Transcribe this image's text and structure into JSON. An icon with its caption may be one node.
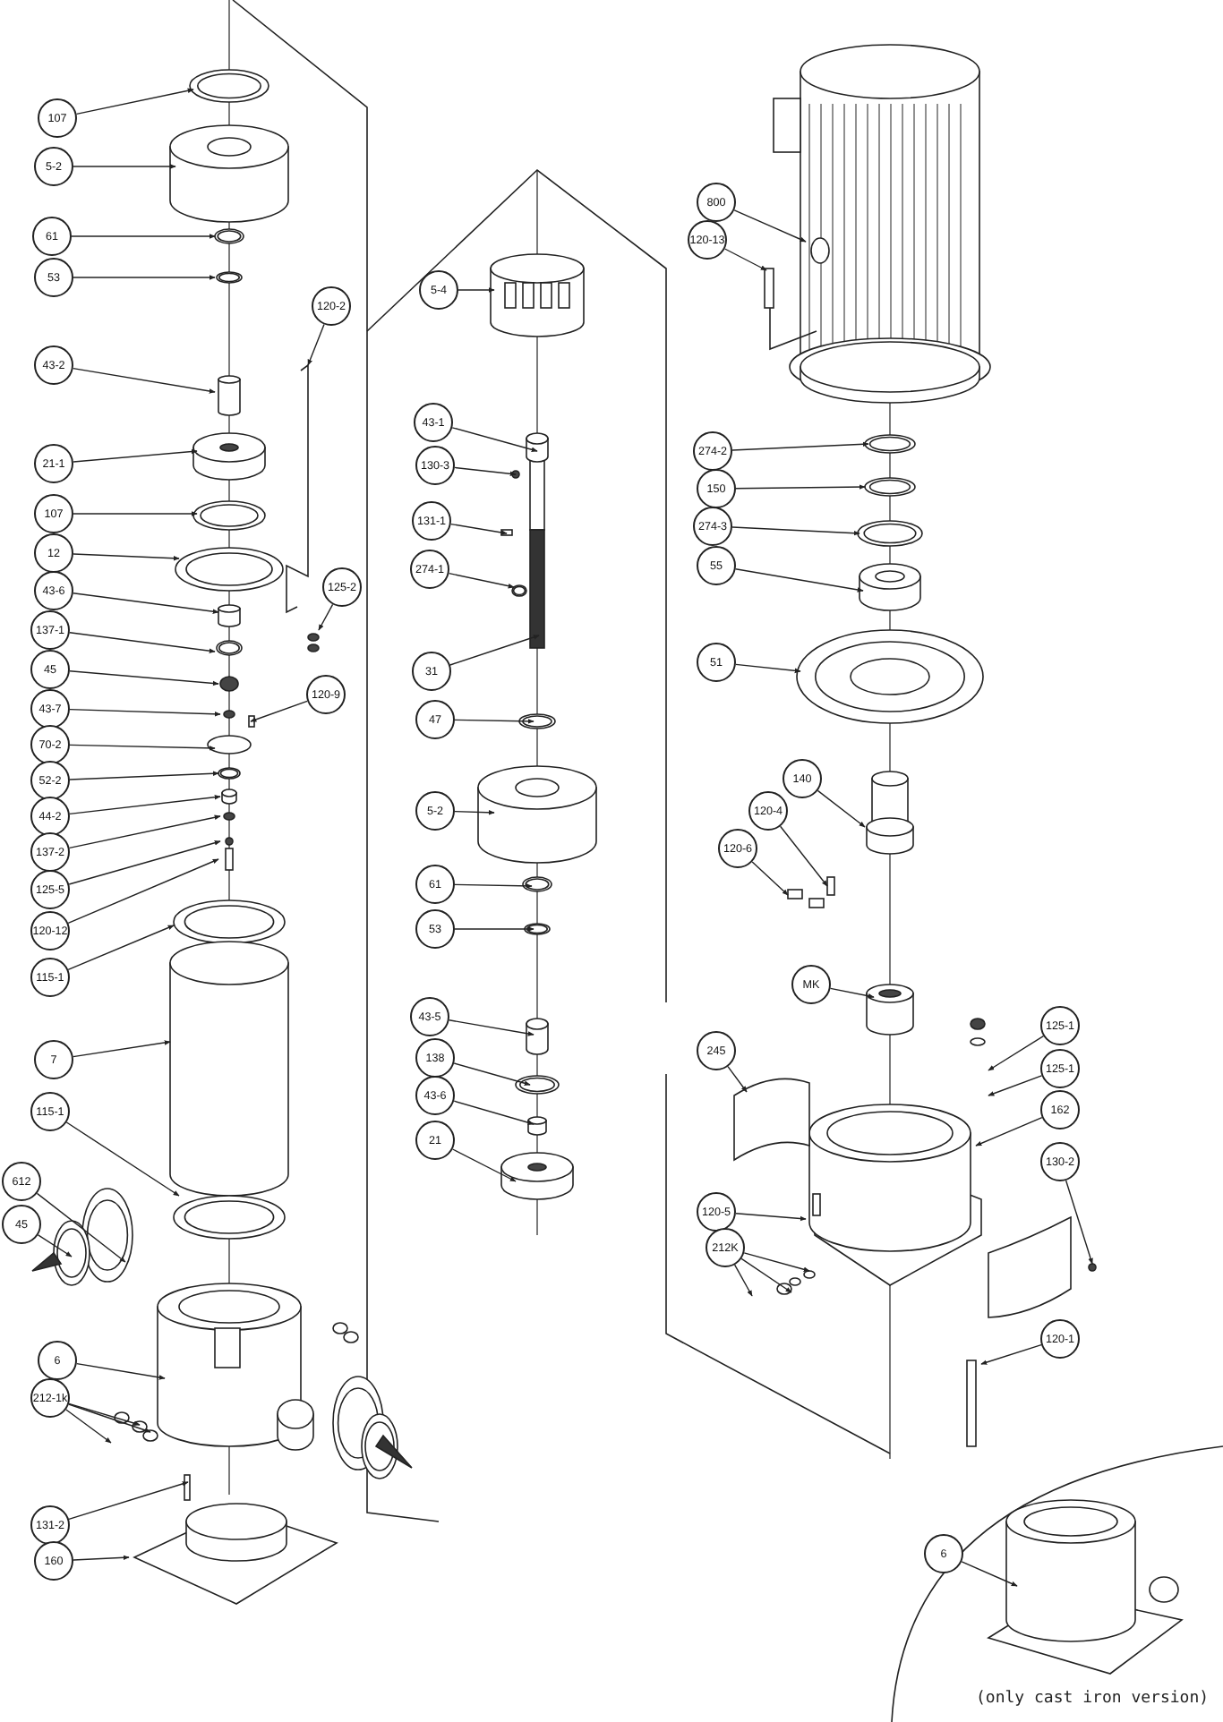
{
  "diagram": {
    "nodes": [
      {
        "text": [
          "107"
        ]
      },
      {
        "text": [
          "5-2"
        ]
      },
      {
        "text": [
          "61"
        ]
      },
      {
        "text": [
          "53"
        ]
      },
      {
        "text": [
          "120-2"
        ]
      },
      {
        "text": [
          "43-2"
        ]
      },
      {
        "text": [
          "21-1"
        ]
      },
      {
        "text": [
          "107"
        ]
      },
      {
        "text": [
          "12"
        ]
      },
      {
        "text": [
          "43-6"
        ]
      },
      {
        "text": [
          "125-2"
        ]
      },
      {
        "text": [
          "137-1"
        ]
      },
      {
        "text": [
          "45"
        ]
      },
      {
        "text": [
          "43-7"
        ]
      },
      {
        "text": [
          "120-9"
        ]
      },
      {
        "text": [
          "70-2"
        ]
      },
      {
        "text": [
          "52-2"
        ]
      },
      {
        "text": [
          "44-2"
        ]
      },
      {
        "text": [
          "137-2"
        ]
      },
      {
        "text": [
          "125-5"
        ]
      },
      {
        "text": [
          "120-12"
        ]
      },
      {
        "text": [
          "115-1"
        ]
      },
      {
        "text": [
          "7"
        ]
      },
      {
        "text": [
          "115-1"
        ]
      },
      {
        "text": [
          "612"
        ]
      },
      {
        "text": [
          "45"
        ]
      },
      {
        "text": [
          "6"
        ]
      },
      {
        "text": [
          "212-1k"
        ]
      },
      {
        "text": [
          "131-2"
        ]
      },
      {
        "text": [
          "160"
        ]
      },
      {
        "text": [
          "5-4"
        ]
      },
      {
        "text": [
          "43-1"
        ]
      },
      {
        "text": [
          "130-3"
        ]
      },
      {
        "text": [
          "131-1"
        ]
      },
      {
        "text": [
          "274-1"
        ]
      },
      {
        "text": [
          "31"
        ]
      },
      {
        "text": [
          "47"
        ]
      },
      {
        "text": [
          "5-2"
        ]
      },
      {
        "text": [
          "61"
        ]
      },
      {
        "text": [
          "53"
        ]
      },
      {
        "text": [
          "43-5"
        ]
      },
      {
        "text": [
          "138"
        ]
      },
      {
        "text": [
          "43-6"
        ]
      },
      {
        "text": [
          "21"
        ]
      },
      {
        "text": [
          "800"
        ]
      },
      {
        "text": [
          "120-13"
        ]
      },
      {
        "text": [
          "274-2"
        ]
      },
      {
        "text": [
          "150"
        ]
      },
      {
        "text": [
          "274-3"
        ]
      },
      {
        "text": [
          "55"
        ]
      },
      {
        "text": [
          "51"
        ]
      },
      {
        "text": [
          "140"
        ]
      },
      {
        "text": [
          "120-4"
        ]
      },
      {
        "text": [
          "120-6"
        ]
      },
      {
        "text": [
          "MK"
        ]
      },
      {
        "text": [
          "125-1"
        ]
      },
      {
        "text": [
          "125-1"
        ]
      },
      {
        "text": [
          "245"
        ]
      },
      {
        "text": [
          "162"
        ]
      },
      {
        "text": [
          "130-2"
        ]
      },
      {
        "text": [
          "120-5"
        ]
      },
      {
        "text": [
          "212K"
        ]
      },
      {
        "text": [
          "120-1"
        ]
      },
      {
        "text": [
          "6"
        ]
      }
    ],
    "edges": [
      {
        "from": 0,
        "to": null,
        "arrow": "to"
      },
      {
        "from": 1,
        "to": null,
        "arrow": "to"
      },
      {
        "from": 2,
        "to": null,
        "arrow": "to"
      },
      {
        "from": 3,
        "to": null,
        "arrow": "to"
      },
      {
        "from": 4,
        "to": null,
        "arrow": "to"
      },
      {
        "from": 5,
        "to": null,
        "arrow": "to"
      },
      {
        "from": 6,
        "to": null,
        "arrow": "to"
      },
      {
        "from": 7,
        "to": null,
        "arrow": "to"
      },
      {
        "from": 8,
        "to": null,
        "arrow": "to"
      },
      {
        "from": 9,
        "to": null,
        "arrow": "to"
      },
      {
        "from": 10,
        "to": null,
        "arrow": "to"
      },
      {
        "from": 11,
        "to": null,
        "arrow": "to"
      },
      {
        "from": 12,
        "to": null,
        "arrow": "to"
      },
      {
        "from": 13,
        "to": null,
        "arrow": "to"
      },
      {
        "from": 14,
        "to": null,
        "arrow": "to"
      },
      {
        "from": 15,
        "to": null,
        "arrow": "to"
      },
      {
        "from": 16,
        "to": null,
        "arrow": "to"
      },
      {
        "from": 17,
        "to": null,
        "arrow": "to"
      },
      {
        "from": 18,
        "to": null,
        "arrow": "to"
      },
      {
        "from": 19,
        "to": null,
        "arrow": "to"
      },
      {
        "from": 20,
        "to": null,
        "arrow": "to"
      },
      {
        "from": 21,
        "to": null,
        "arrow": "to"
      },
      {
        "from": 22,
        "to": null,
        "arrow": "to"
      },
      {
        "from": 23,
        "to": null,
        "arrow": "to"
      },
      {
        "from": 24,
        "to": null,
        "arrow": "to"
      },
      {
        "from": 25,
        "to": null,
        "arrow": "to"
      },
      {
        "from": 26,
        "to": null,
        "arrow": "to"
      },
      {
        "from": 27,
        "to": null,
        "arrow": "to"
      },
      {
        "from": 27,
        "to": null,
        "arrow": "to"
      },
      {
        "from": 27,
        "to": null,
        "arrow": "to"
      },
      {
        "from": 28,
        "to": null,
        "arrow": "to"
      },
      {
        "from": 29,
        "to": null,
        "arrow": "to"
      },
      {
        "from": 30,
        "to": null,
        "arrow": "to"
      },
      {
        "from": 31,
        "to": null,
        "arrow": "to"
      },
      {
        "from": 32,
        "to": null,
        "arrow": "to"
      },
      {
        "from": 33,
        "to": null,
        "arrow": "to"
      },
      {
        "from": 34,
        "to": null,
        "arrow": "to"
      },
      {
        "from": 35,
        "to": null,
        "arrow": "to"
      },
      {
        "from": 36,
        "to": null,
        "arrow": "to"
      },
      {
        "from": 37,
        "to": null,
        "arrow": "to"
      },
      {
        "from": 38,
        "to": null,
        "arrow": "to"
      },
      {
        "from": 39,
        "to": null,
        "arrow": "to"
      },
      {
        "from": 40,
        "to": null,
        "arrow": "to"
      },
      {
        "from": 41,
        "to": null,
        "arrow": "to"
      },
      {
        "from": 42,
        "to": null,
        "arrow": "to"
      },
      {
        "from": 43,
        "to": null,
        "arrow": "to"
      },
      {
        "from": 44,
        "to": null,
        "arrow": "to"
      },
      {
        "from": 45,
        "to": null,
        "arrow": "to"
      },
      {
        "from": 46,
        "to": null,
        "arrow": "to"
      },
      {
        "from": 47,
        "to": null,
        "arrow": "to"
      },
      {
        "from": 48,
        "to": null,
        "arrow": "to"
      },
      {
        "from": 49,
        "to": null,
        "arrow": "to"
      },
      {
        "from": 50,
        "to": null,
        "arrow": "to"
      },
      {
        "from": 51,
        "to": null,
        "arrow": "to"
      },
      {
        "from": 52,
        "to": null,
        "arrow": "to"
      },
      {
        "from": 53,
        "to": null,
        "arrow": "to"
      },
      {
        "from": 54,
        "to": null,
        "arrow": "to"
      },
      {
        "from": 55,
        "to": null,
        "arrow": "to"
      },
      {
        "from": 56,
        "to": null,
        "arrow": "to"
      },
      {
        "from": 57,
        "to": null,
        "arrow": "to"
      },
      {
        "from": 58,
        "to": null,
        "arrow": "to"
      },
      {
        "from": 59,
        "to": null,
        "arrow": "to"
      },
      {
        "from": 60,
        "to": null,
        "arrow": "to"
      },
      {
        "from": 61,
        "to": null,
        "arrow": "to"
      },
      {
        "from": 61,
        "to": null,
        "arrow": "to"
      },
      {
        "from": 61,
        "to": null,
        "arrow": "to"
      },
      {
        "from": 62,
        "to": null,
        "arrow": "to"
      },
      {
        "from": 63,
        "to": null,
        "arrow": "to"
      }
    ],
    "labels": [
      "(only cast iron version)"
    ]
  }
}
